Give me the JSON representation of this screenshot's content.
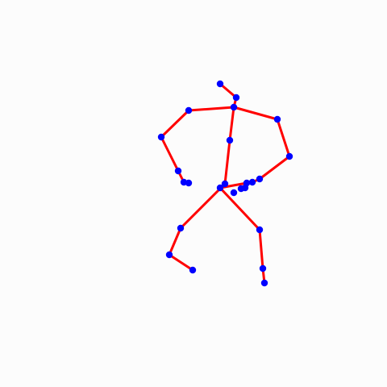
{
  "figure": {
    "background_color": "#fcfcfc",
    "bone_color": "#ff0000",
    "joint_color": "#0000ff"
  },
  "skeleton": {
    "joints": [
      {
        "id": "head-top"
      },
      {
        "id": "head"
      },
      {
        "id": "neck"
      },
      {
        "id": "right-shoulder"
      },
      {
        "id": "right-elbow"
      },
      {
        "id": "right-wrist"
      },
      {
        "id": "right-hand-a"
      },
      {
        "id": "right-hand-b"
      },
      {
        "id": "left-shoulder"
      },
      {
        "id": "left-elbow"
      },
      {
        "id": "left-wrist"
      },
      {
        "id": "left-hand"
      },
      {
        "id": "spine"
      },
      {
        "id": "right-hip"
      },
      {
        "id": "hip-center"
      },
      {
        "id": "pelvis-a"
      },
      {
        "id": "pelvis-b"
      },
      {
        "id": "pelvis-c"
      },
      {
        "id": "left-hip"
      },
      {
        "id": "right-knee"
      },
      {
        "id": "right-ankle"
      },
      {
        "id": "right-foot"
      },
      {
        "id": "left-knee"
      },
      {
        "id": "left-ankle"
      },
      {
        "id": "left-foot"
      }
    ],
    "bones": [
      [
        "head-top",
        "head"
      ],
      [
        "head",
        "neck"
      ],
      [
        "neck",
        "right-shoulder"
      ],
      [
        "right-shoulder",
        "right-elbow"
      ],
      [
        "right-elbow",
        "right-wrist"
      ],
      [
        "right-wrist",
        "right-hand-a"
      ],
      [
        "neck",
        "left-shoulder"
      ],
      [
        "left-shoulder",
        "left-elbow"
      ],
      [
        "left-elbow",
        "left-wrist"
      ],
      [
        "left-wrist",
        "left-hand"
      ],
      [
        "neck",
        "spine"
      ],
      [
        "spine",
        "right-hip"
      ],
      [
        "right-hip",
        "hip-center"
      ],
      [
        "hip-center",
        "left-hip"
      ],
      [
        "right-hip",
        "right-knee"
      ],
      [
        "right-knee",
        "right-ankle"
      ],
      [
        "right-ankle",
        "right-foot"
      ],
      [
        "hip-center",
        "left-knee"
      ],
      [
        "left-knee",
        "left-ankle"
      ],
      [
        "left-ankle",
        "left-foot"
      ]
    ]
  }
}
